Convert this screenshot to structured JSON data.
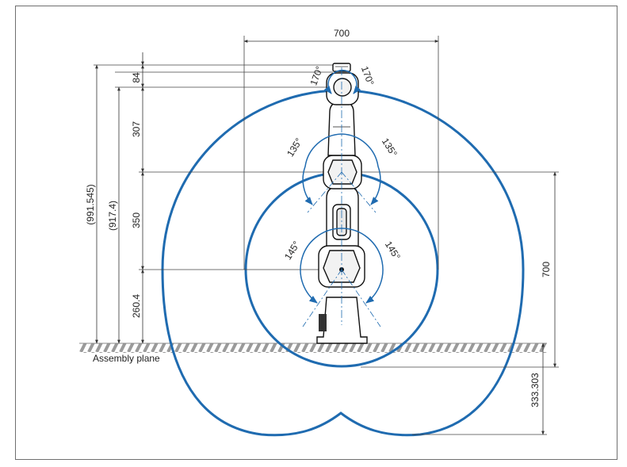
{
  "dimensions": {
    "top_width": "700",
    "left_total_outer": "(991.545)",
    "left_total_inner": "(917.4)",
    "seg_84": "84",
    "seg_307": "307",
    "seg_350": "350",
    "seg_260": "260.4",
    "right_700": "700",
    "right_333": "333.303"
  },
  "angles": {
    "a170_left": "170°",
    "a170_right": "170°",
    "a135_left": "135°",
    "a135_right": "135°",
    "a145_left": "145°",
    "a145_right": "145°"
  },
  "labels": {
    "assembly_plane": "Assembly plane"
  },
  "colors": {
    "envelope": "#1f6bb0",
    "robot_stroke": "#111111",
    "dim_line": "#333333"
  }
}
